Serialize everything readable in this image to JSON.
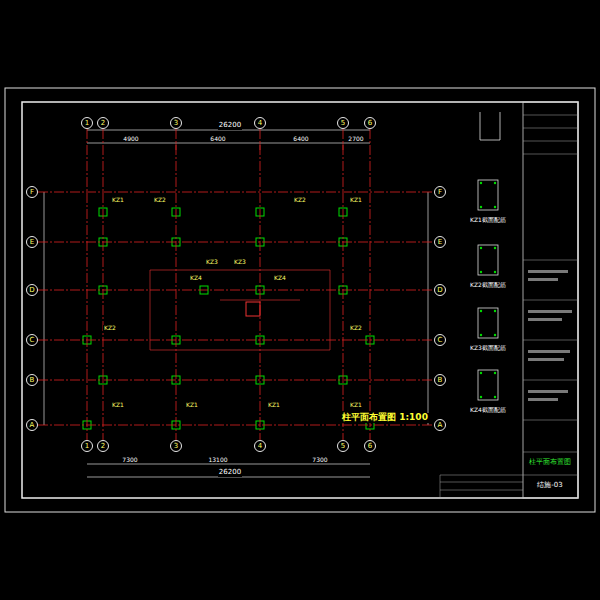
{
  "diagram": {
    "title": "柱平面布置图 1:100",
    "nodes": [
      {
        "text": [
          "1"
        ]
      },
      {
        "text": [
          "2"
        ]
      },
      {
        "text": [
          "3"
        ]
      },
      {
        "text": [
          "4"
        ]
      },
      {
        "text": [
          "5"
        ]
      },
      {
        "text": [
          "6"
        ]
      },
      {
        "text": [
          "1"
        ]
      },
      {
        "text": [
          "2"
        ]
      },
      {
        "text": [
          "3"
        ]
      },
      {
        "text": [
          "4"
        ]
      },
      {
        "text": [
          "5"
        ]
      },
      {
        "text": [
          "6"
        ]
      },
      {
        "text": [
          "F"
        ]
      },
      {
        "text": [
          "E"
        ]
      },
      {
        "text": [
          "D"
        ]
      },
      {
        "text": [
          "C"
        ]
      },
      {
        "text": [
          "B"
        ]
      },
      {
        "text": [
          "A"
        ]
      },
      {
        "text": [
          "F"
        ]
      },
      {
        "text": [
          "E"
        ]
      },
      {
        "text": [
          "D"
        ]
      },
      {
        "text": [
          "C"
        ]
      },
      {
        "text": [
          "B"
        ]
      },
      {
        "text": [
          "A"
        ]
      }
    ],
    "edges": [
      {
        "from": 0,
        "to": 6,
        "arrow": "none"
      },
      {
        "from": 1,
        "to": 7,
        "arrow": "none"
      },
      {
        "from": 2,
        "to": 8,
        "arrow": "none"
      },
      {
        "from": 3,
        "to": 9,
        "arrow": "none"
      },
      {
        "from": 4,
        "to": 10,
        "arrow": "none"
      },
      {
        "from": 5,
        "to": 11,
        "arrow": "none"
      },
      {
        "from": 12,
        "to": 18,
        "arrow": "none"
      },
      {
        "from": 13,
        "to": 19,
        "arrow": "none"
      },
      {
        "from": 14,
        "to": 20,
        "arrow": "none"
      },
      {
        "from": 15,
        "to": 21,
        "arrow": "none"
      },
      {
        "from": 16,
        "to": 22,
        "arrow": "none"
      },
      {
        "from": 17,
        "to": 23,
        "arrow": "none"
      }
    ],
    "labels": [
      "26200",
      "4900",
      "6400",
      "6400",
      "2700",
      "26200",
      "7300",
      "13100",
      "7300",
      "KZ1",
      "KZ2",
      "KZ2",
      "KZ1",
      "KZ3",
      "KZ3",
      "KZ4",
      "KZ4",
      "KZ2",
      "KZ2",
      "KZ1",
      "KZ1",
      "KZ1",
      "KZ1",
      "KZ1截面配筋",
      "KZ2截面配筋",
      "KZ3截面配筋",
      "KZ4截面配筋",
      "柱平面布置图",
      "结施-03"
    ]
  }
}
